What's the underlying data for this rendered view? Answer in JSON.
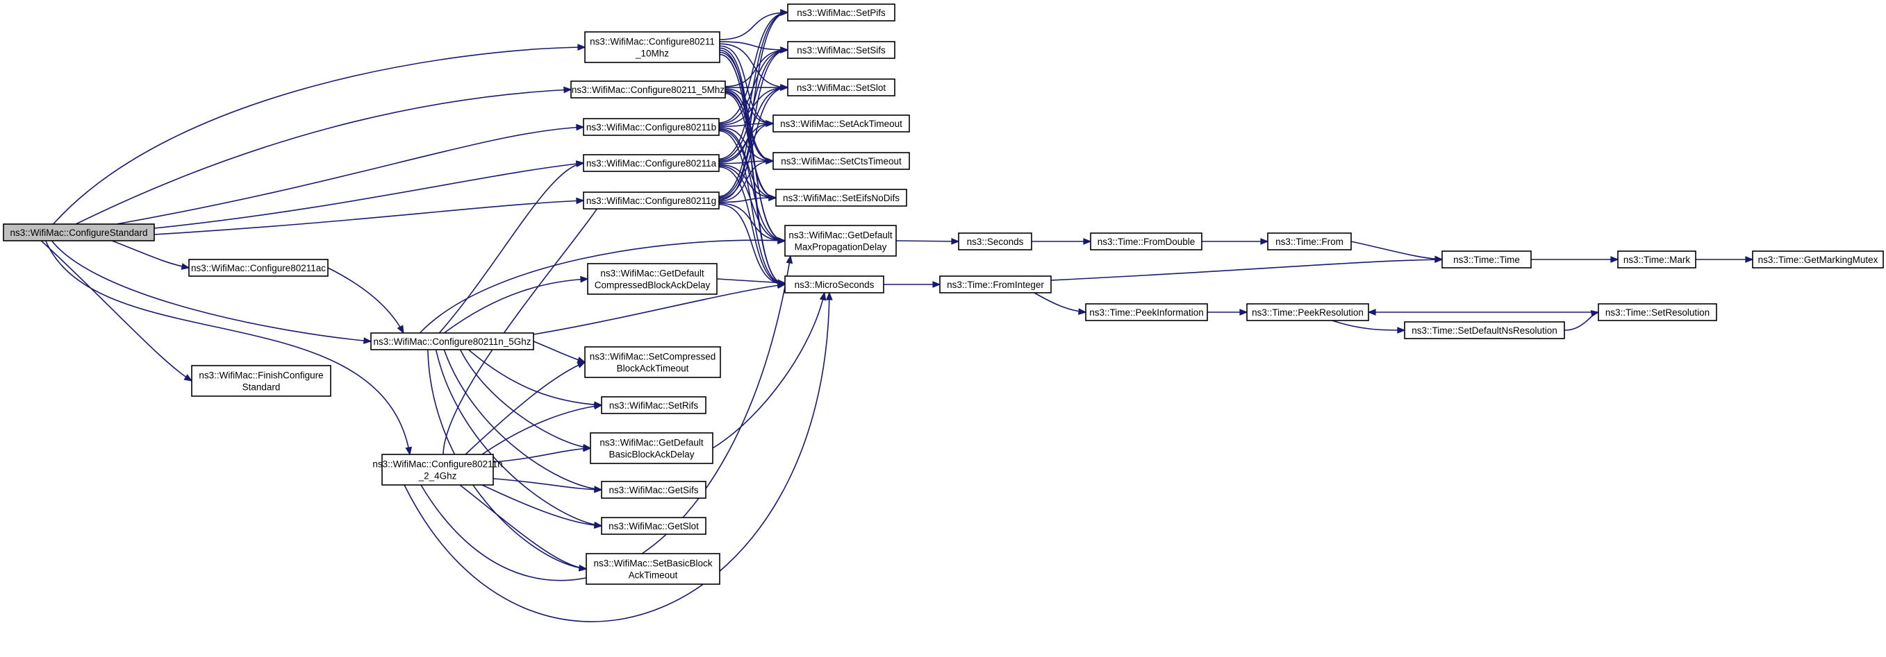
{
  "nodes": {
    "configure_standard": [
      "ns3::WifiMac::ConfigureStandard"
    ],
    "configure_10mhz": [
      "ns3::WifiMac::Configure80211",
      "_10Mhz"
    ],
    "configure_5mhz": [
      "ns3::WifiMac::Configure80211_5Mhz"
    ],
    "configure_b": [
      "ns3::WifiMac::Configure80211b"
    ],
    "configure_a": [
      "ns3::WifiMac::Configure80211a"
    ],
    "configure_g": [
      "ns3::WifiMac::Configure80211g"
    ],
    "configure_ac": [
      "ns3::WifiMac::Configure80211ac"
    ],
    "configure_n5": [
      "ns3::WifiMac::Configure80211n_5Ghz"
    ],
    "finish_configure": [
      "ns3::WifiMac::FinishConfigure",
      "Standard"
    ],
    "configure_n24": [
      "ns3::WifiMac::Configure80211n",
      "_2_4Ghz"
    ],
    "set_pifs": [
      "ns3::WifiMac::SetPifs"
    ],
    "set_sifs": [
      "ns3::WifiMac::SetSifs"
    ],
    "set_slot": [
      "ns3::WifiMac::SetSlot"
    ],
    "set_ack_timeout": [
      "ns3::WifiMac::SetAckTimeout"
    ],
    "set_cts_timeout": [
      "ns3::WifiMac::SetCtsTimeout"
    ],
    "set_eifs_no_difs": [
      "ns3::WifiMac::SetEifsNoDifs"
    ],
    "get_default_max_prop": [
      "ns3::WifiMac::GetDefault",
      "MaxPropagationDelay"
    ],
    "get_default_compressed": [
      "ns3::WifiMac::GetDefault",
      "CompressedBlockAckDelay"
    ],
    "micro_seconds": [
      "ns3::MicroSeconds"
    ],
    "set_compressed_timeout": [
      "ns3::WifiMac::SetCompressed",
      "BlockAckTimeout"
    ],
    "set_rifs": [
      "ns3::WifiMac::SetRifs"
    ],
    "get_default_basic": [
      "ns3::WifiMac::GetDefault",
      "BasicBlockAckDelay"
    ],
    "get_sifs": [
      "ns3::WifiMac::GetSifs"
    ],
    "get_slot": [
      "ns3::WifiMac::GetSlot"
    ],
    "set_basic_timeout": [
      "ns3::WifiMac::SetBasicBlock",
      "AckTimeout"
    ],
    "seconds": [
      "ns3::Seconds"
    ],
    "from_double": [
      "ns3::Time::FromDouble"
    ],
    "from": [
      "ns3::Time::From"
    ],
    "from_integer": [
      "ns3::Time::FromInteger"
    ],
    "time": [
      "ns3::Time::Time"
    ],
    "mark": [
      "ns3::Time::Mark"
    ],
    "get_marking_mutex": [
      "ns3::Time::GetMarkingMutex"
    ],
    "peek_information": [
      "ns3::Time::PeekInformation"
    ],
    "peek_resolution": [
      "ns3::Time::PeekResolution"
    ],
    "set_default_ns_resolution": [
      "ns3::Time::SetDefaultNsResolution"
    ],
    "set_resolution": [
      "ns3::Time::SetResolution"
    ]
  },
  "colors": {
    "edge": "#191970",
    "root_fill": "#bfbfbf",
    "node_fill": "#ffffff",
    "node_border": "#000000"
  }
}
